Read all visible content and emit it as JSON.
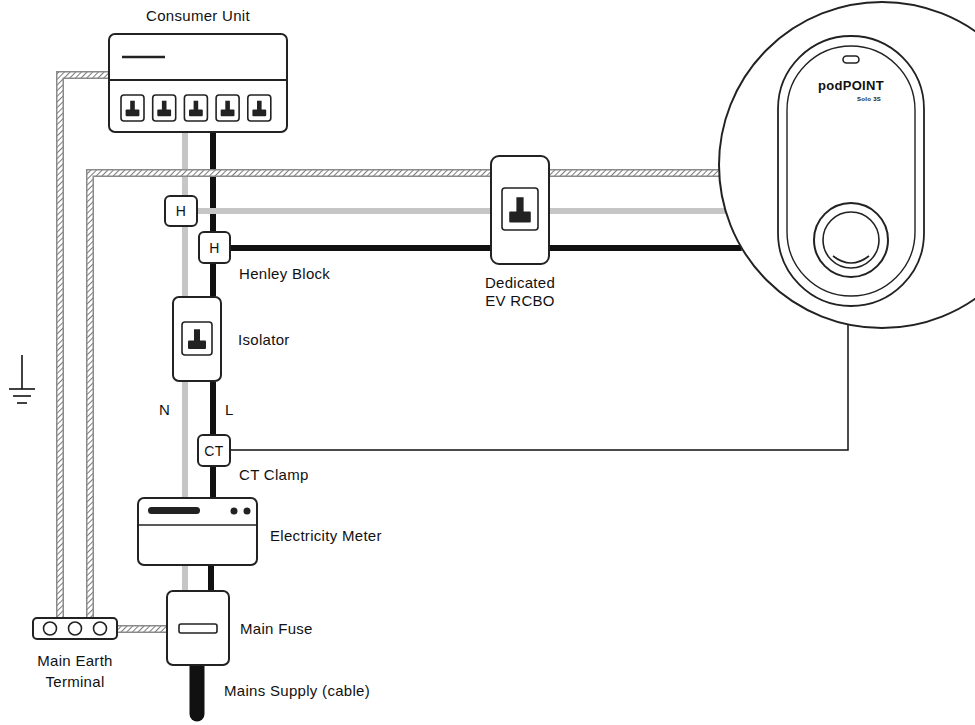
{
  "diagram": {
    "nodes": [
      {
        "text": [
          "Consumer Unit"
        ]
      },
      {
        "text": [
          "H"
        ]
      },
      {
        "text": [
          "H",
          "Henley Block"
        ]
      },
      {
        "text": [
          "Dedicated EV RCBO"
        ]
      },
      {
        "text": [
          "podPOINT",
          "Solo 3S"
        ]
      },
      {
        "text": [
          "Isolator"
        ]
      },
      {
        "text": [
          "CT",
          "CT Clamp"
        ]
      },
      {
        "text": [
          "Electricity Meter"
        ]
      },
      {
        "text": [
          "Main Fuse"
        ]
      },
      {
        "text": [
          "Main Earth Terminal"
        ]
      }
    ],
    "edges": [
      {
        "from": 8,
        "to": 7,
        "arrow": "none"
      },
      {
        "from": 8,
        "to": 7,
        "arrow": "none"
      },
      {
        "from": 7,
        "to": 6,
        "arrow": "none"
      },
      {
        "from": 6,
        "to": 5,
        "arrow": "none"
      },
      {
        "from": 7,
        "to": 5,
        "arrow": "none"
      },
      {
        "from": 5,
        "to": 2,
        "arrow": "none"
      },
      {
        "from": 5,
        "to": 1,
        "arrow": "none"
      },
      {
        "from": 2,
        "to": 0,
        "arrow": "none"
      },
      {
        "from": 1,
        "to": 0,
        "arrow": "none"
      },
      {
        "from": 1,
        "to": 3,
        "arrow": "none"
      },
      {
        "from": 2,
        "to": 3,
        "arrow": "none"
      },
      {
        "from": 3,
        "to": 4,
        "arrow": "none"
      },
      {
        "from": 3,
        "to": 4,
        "arrow": "none"
      },
      {
        "from": 9,
        "to": 0,
        "arrow": "none"
      },
      {
        "from": 9,
        "to": 4,
        "arrow": "none"
      },
      {
        "from": 8,
        "to": 9,
        "arrow": "none"
      },
      {
        "from": 6,
        "to": 4,
        "arrow": "none"
      }
    ],
    "labels": [
      "N",
      "L",
      "Mains Supply (cable)"
    ]
  }
}
